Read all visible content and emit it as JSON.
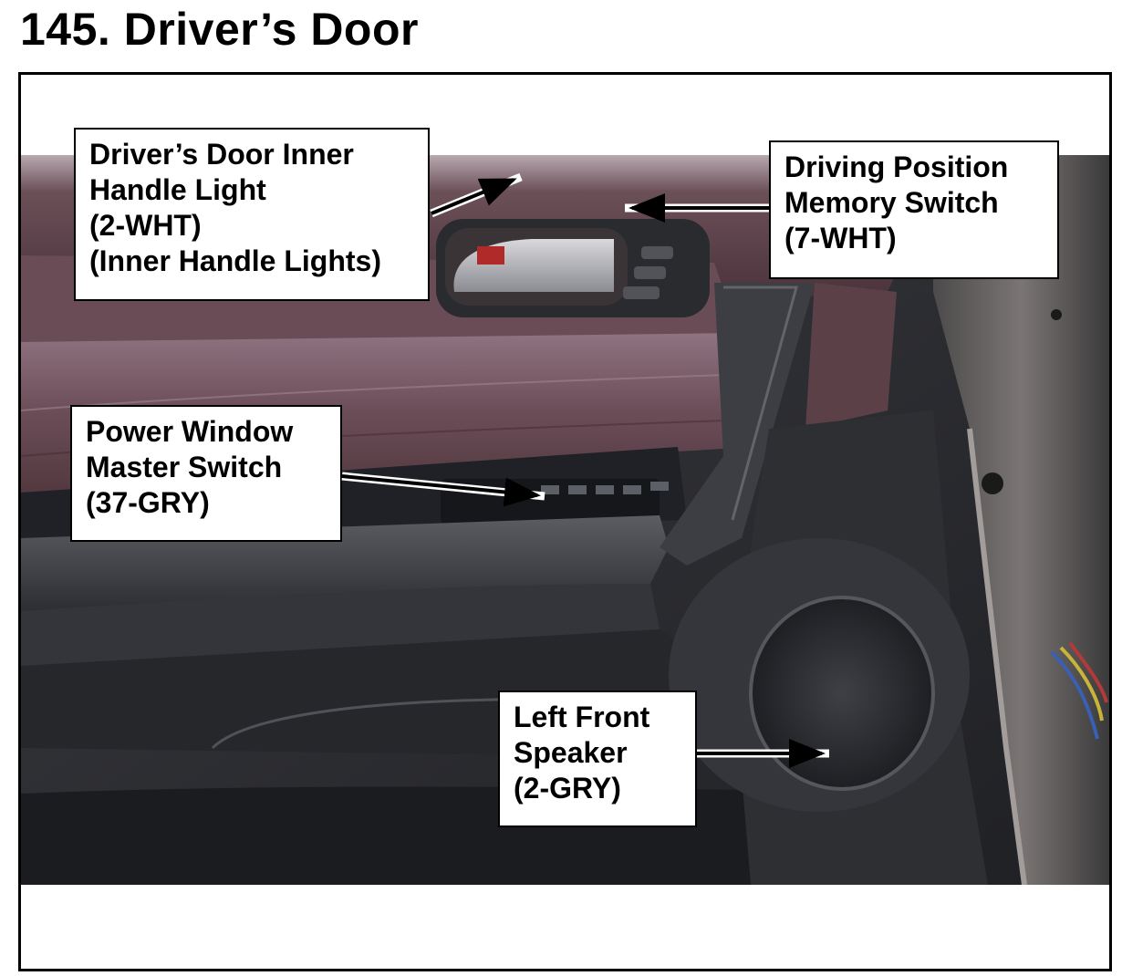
{
  "title": "145.  Driver’s Door",
  "callouts": {
    "inner_handle_light": {
      "lines": [
        "Driver’s Door Inner",
        "Handle Light",
        "(2-WHT)",
        "(Inner Handle Lights)"
      ]
    },
    "memory_switch": {
      "lines": [
        "Driving Position",
        "Memory Switch",
        "(7-WHT)"
      ]
    },
    "power_window": {
      "lines": [
        "Power Window",
        "Master Switch",
        "(37-GRY)"
      ]
    },
    "speaker": {
      "lines": [
        "Left Front",
        "Speaker",
        "(2-GRY)"
      ]
    }
  },
  "colors": {
    "door_trim_upper": "#5a3f48",
    "door_trim_leather": "#6e5059",
    "door_panel_dark": "#2b2c30",
    "frame_border": "#000000"
  }
}
